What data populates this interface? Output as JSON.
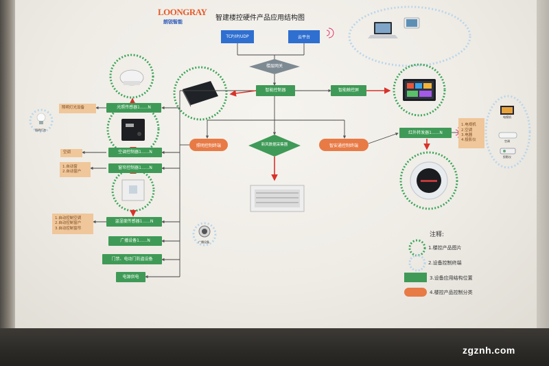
{
  "logo": {
    "brand": "LOONGRAY",
    "sub": "朗锐智能"
  },
  "title": "智建楼控硬件产品应用结构图",
  "nodes": {
    "tcp": "TCP/IP/UDP",
    "cloud": "云平台",
    "gateway": "楼层网关",
    "controller": "智能控制器",
    "terminal": "智能触控屏",
    "sensor_light": "光照传感器1......N",
    "air_ctrl": "空调控制器1......N",
    "curtain_ctrl": "窗帘控制器1......N",
    "human_sensor": "温湿度传感器1......N",
    "broadcast": "广播设备1......N",
    "door": "门禁、电动门防盗设备",
    "power": "电源供电",
    "light_class": "照明控制终端",
    "data_center": "新风数据采集器",
    "security_class": "智安通控制终端",
    "ir_transmitter": "红外转发器1......N"
  },
  "notes": {
    "light_note": "照明灯光设备",
    "air_note": "空调",
    "curtain_note": [
      "1.自动窗",
      "2.自动窗户"
    ],
    "auto_note": [
      "1.自动控制空调",
      "2.自动控制窗户",
      "3.自动控制窗帘"
    ],
    "ir_list": [
      "1.电视机",
      "2.空调",
      "3.电器",
      "4.投影仪"
    ]
  },
  "small_labels": {
    "bulb": "照明灯泡",
    "speaker": "广播设备",
    "tv": "电视机",
    "ac": "空调",
    "projector": "投影仪"
  },
  "legend": {
    "title": "注释:",
    "items": [
      "1.楼控产品图片",
      "2.设备控制终端",
      "3.设备应用结构位置",
      "4.楼控产品控制分类"
    ]
  },
  "watermark": "zgznh.com",
  "colors": {
    "green": "#3f9a57",
    "blue": "#2f6fd0",
    "orange": "#e87a45",
    "tan": "#f0c79a",
    "red": "#d8322a"
  }
}
